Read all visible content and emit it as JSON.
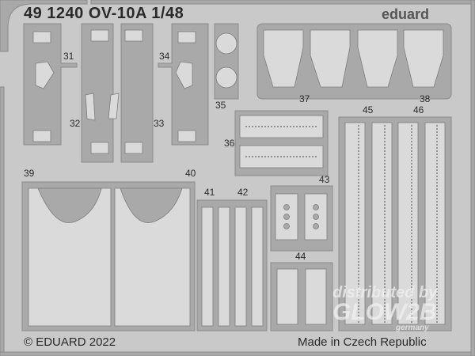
{
  "header": {
    "title": "49 1240   OV-10A 1/48",
    "brand": "eduard"
  },
  "part_numbers": [
    "31",
    "32",
    "33",
    "34",
    "35",
    "36",
    "37",
    "38",
    "39",
    "40",
    "41",
    "42",
    "43",
    "44",
    "45",
    "46"
  ],
  "footer": {
    "copyright": "© EDUARD 2022",
    "origin": "Made in Czech Republic"
  },
  "watermark": {
    "line1": "distributed by",
    "line2": "GLOW2B",
    "line3": "germany"
  },
  "colors": {
    "background": "#c9c9c9",
    "frame": "#a9a9a9",
    "part": "#dadada",
    "text": "#2a2a2a"
  }
}
